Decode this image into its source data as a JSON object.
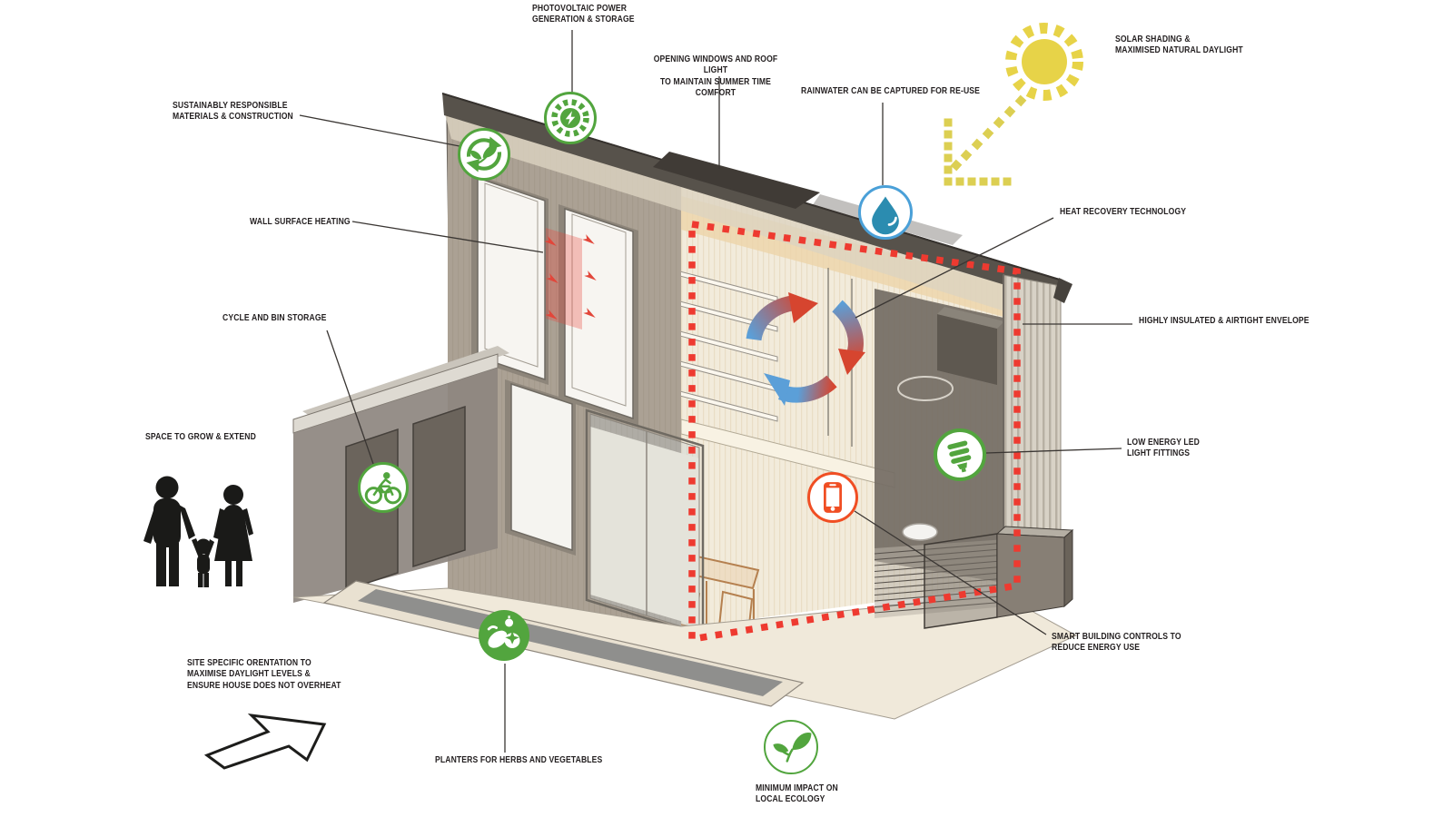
{
  "labels": {
    "photovoltaic": {
      "text": "PHOTOVOLTAIC POWER\nGENERATION & STORAGE"
    },
    "opening_windows": {
      "text": "OPENING WINDOWS AND ROOF LIGHT\nTO MAINTAIN SUMMER TIME COMFORT"
    },
    "rainwater": {
      "text": "RAINWATER CAN BE CAPTURED FOR RE-USE"
    },
    "solar_shading": {
      "text": "SOLAR SHADING &\nMAXIMISED NATURAL DAYLIGHT"
    },
    "sustainable_materials": {
      "text": "SUSTAINABLY RESPONSIBLE\nMATERIALS & CONSTRUCTION"
    },
    "wall_heating": {
      "text": "WALL SURFACE HEATING"
    },
    "heat_recovery": {
      "text": "HEAT RECOVERY TECHNOLOGY"
    },
    "insulated_envelope": {
      "text": "HIGHLY INSULATED & AIRTIGHT ENVELOPE"
    },
    "cycle_storage": {
      "text": "CYCLE AND BIN STORAGE"
    },
    "space_to_grow": {
      "text": "SPACE TO GROW & EXTEND"
    },
    "led_lighting": {
      "text": "LOW ENERGY LED\nLIGHT FITTINGS"
    },
    "smart_controls": {
      "text": "SMART BUILDING CONTROLS TO\nREDUCE ENERGY USE"
    },
    "site_orientation": {
      "text": "SITE SPECIFIC ORENTATION TO\nMAXIMISE DAYLIGHT LEVELS &\nENSURE HOUSE DOES NOT OVERHEAT"
    },
    "planters": {
      "text": "PLANTERS FOR HERBS AND VEGETABLES"
    },
    "ecology": {
      "text": "MINIMUM IMPACT ON\nLOCAL ECOLOGY"
    }
  },
  "icons": {
    "photovoltaic": "sun-lightning-icon",
    "sustainable_materials": "recycle-leaf-icon",
    "rainwater": "water-drop-icon",
    "solar_shading": "sun-icon",
    "cycle_storage": "cyclist-icon",
    "led_lighting": "cfl-bulb-icon",
    "smart_controls": "smartphone-icon",
    "planters": "vegetables-icon",
    "ecology": "leaf-sprout-icon",
    "heat_recovery": "circulating-arrows-icon",
    "space_to_grow": "family-silhouette",
    "site_orientation": "direction-arrow"
  },
  "colors": {
    "icon_green": "#52a53e",
    "rainwater_ring_blue": "#4aa0d8",
    "drop_teal": "#2b8cb0",
    "smart_orange": "#f04e23",
    "envelope_red": "#ee3a30",
    "sun_yellow": "#e7d348",
    "arrow_dash_yellow": "#dccf52",
    "heat_warm_red": "#d6452f",
    "heat_cool_blue": "#5b9fd8",
    "label_text": "#231f20",
    "silhouette_black": "#1a1a18"
  }
}
